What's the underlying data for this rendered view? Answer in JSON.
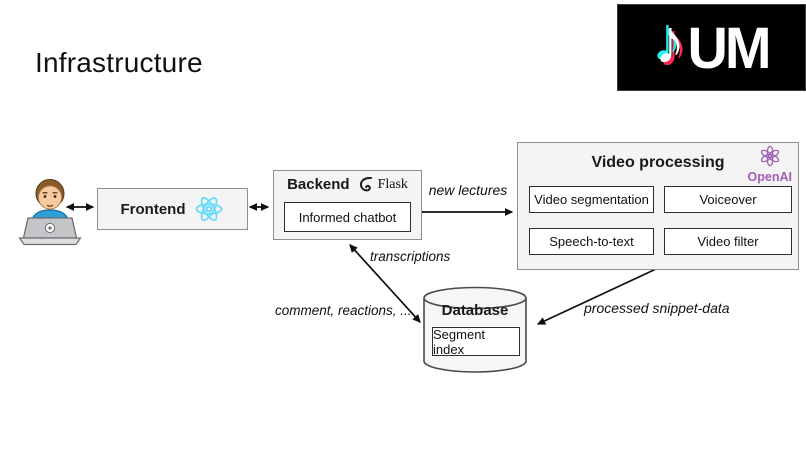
{
  "slide": {
    "title": "Infrastructure"
  },
  "brand": {
    "note_glyph": "♪",
    "letters": "UM",
    "colors": {
      "background": "#000000",
      "cyan": "#25f4ee",
      "red": "#fe2c55",
      "white": "#ffffff"
    }
  },
  "diagram": {
    "user": {
      "icon": "technologist-at-laptop-emoji"
    },
    "frontend": {
      "label": "Frontend",
      "icon": "react-atom-icon"
    },
    "backend": {
      "label": "Backend",
      "tech_label": "Flask",
      "tech_icon": "flask-horn-icon",
      "component": "Informed chatbot"
    },
    "video_processing": {
      "label": "Video processing",
      "tech_label": "OpenAI",
      "tech_icon": "openai-knot-icon",
      "modules": [
        "Video segmentation",
        "Voiceover",
        "Speech-to-text",
        "Video filter"
      ]
    },
    "database": {
      "label": "Database",
      "component": "Segment index",
      "shape": "cylinder"
    },
    "edge_labels": {
      "backend_to_video": "new lectures",
      "db_to_backend": "transcriptions",
      "backend_to_db": "comment, reactions, ...",
      "video_to_db": "processed snippet-data"
    }
  },
  "colors": {
    "react_blue": "#61dafb",
    "openai_purple": "#a05eb5",
    "box_fill": "#f4f4f4",
    "arrow": "#111111"
  }
}
